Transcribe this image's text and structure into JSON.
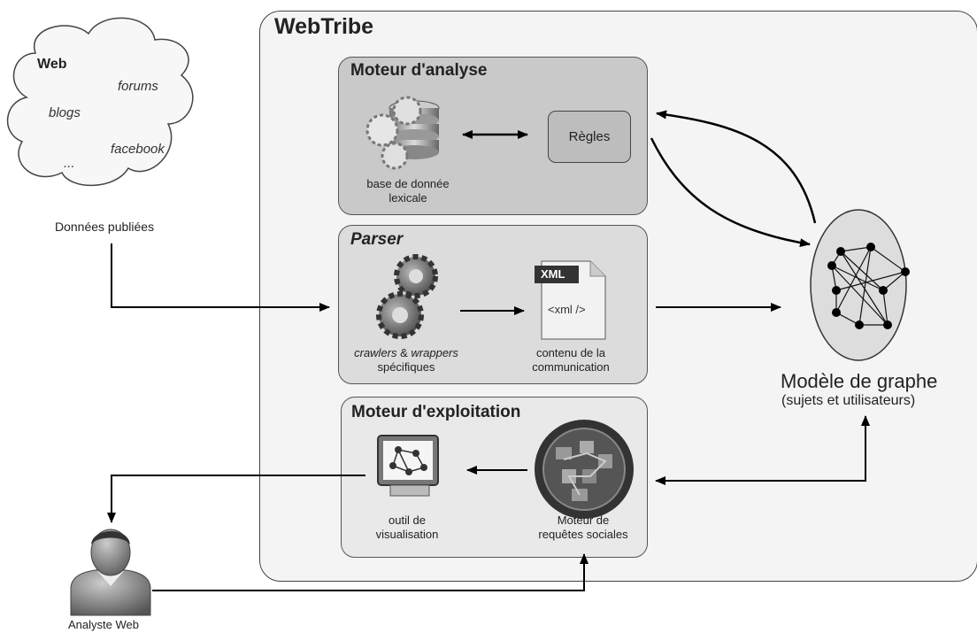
{
  "webtribe_title": "WebTribe",
  "cloud": {
    "web": "Web",
    "forums": "forums",
    "blogs": "blogs",
    "facebook": "facebook",
    "ellipsis": "...",
    "caption": "Données publiées"
  },
  "analysis": {
    "title": "Moteur d'analyse",
    "db_caption_line1": "base de donnée",
    "db_caption_line2": "lexicale",
    "rules": "Règles"
  },
  "parser": {
    "title": "Parser",
    "crawlers_italic1": "crawlers",
    "crawlers_amp": " & ",
    "crawlers_italic2": "wrappers",
    "crawlers_line2": "spécifiques",
    "xml_badge": "XML",
    "xml_tag": "<xml />",
    "content_line1": "contenu de la",
    "content_line2": "communication"
  },
  "exploitation": {
    "title": "Moteur d'exploitation",
    "viz_line1": "outil de",
    "viz_line2": "visualisation",
    "query_line1": "Moteur de",
    "query_line2": "requêtes sociales"
  },
  "graph": {
    "title": "Modèle de graphe",
    "subtitle": "(sujets et utilisateurs)"
  },
  "user": {
    "label": "Analyste Web"
  }
}
